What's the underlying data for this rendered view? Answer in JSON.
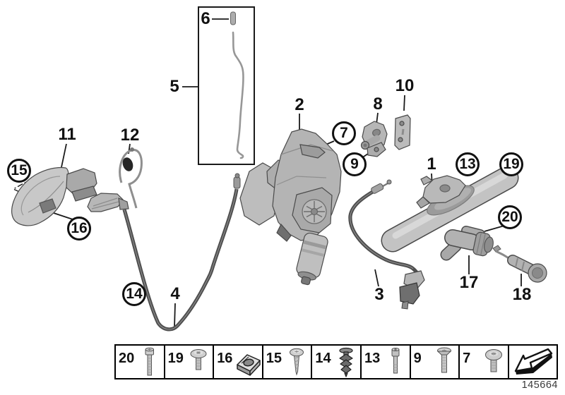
{
  "figure": {
    "doc_number": "145664"
  },
  "callouts": [
    {
      "label": "6",
      "circled": false
    },
    {
      "label": "5",
      "circled": false
    },
    {
      "label": "11",
      "circled": false
    },
    {
      "label": "12",
      "circled": false
    },
    {
      "label": "15",
      "circled": true
    },
    {
      "label": "16",
      "circled": true
    },
    {
      "label": "2",
      "circled": false
    },
    {
      "label": "7",
      "circled": true
    },
    {
      "label": "8",
      "circled": false
    },
    {
      "label": "9",
      "circled": true
    },
    {
      "label": "10",
      "circled": false
    },
    {
      "label": "1",
      "circled": false
    },
    {
      "label": "13",
      "circled": true
    },
    {
      "label": "19",
      "circled": true
    },
    {
      "label": "20",
      "circled": true
    },
    {
      "label": "17",
      "circled": false
    },
    {
      "label": "18",
      "circled": false
    },
    {
      "label": "3",
      "circled": false
    },
    {
      "label": "4",
      "circled": false
    },
    {
      "label": "14",
      "circled": true
    }
  ],
  "fastener_strip": {
    "cells": [
      {
        "label": "20",
        "icon": "machine-screw-icon"
      },
      {
        "label": "19",
        "icon": "dome-head-screw-icon"
      },
      {
        "label": "16",
        "icon": "clip-nut-icon"
      },
      {
        "label": "15",
        "icon": "tapping-screw-icon"
      },
      {
        "label": "14",
        "icon": "expansion-rivet-icon"
      },
      {
        "label": "13",
        "icon": "cap-screw-icon"
      },
      {
        "label": "9",
        "icon": "countersunk-screw-icon"
      },
      {
        "label": "7",
        "icon": "pan-head-screw-icon"
      },
      {
        "label": "",
        "icon": "direction-arrow-icon"
      }
    ]
  }
}
